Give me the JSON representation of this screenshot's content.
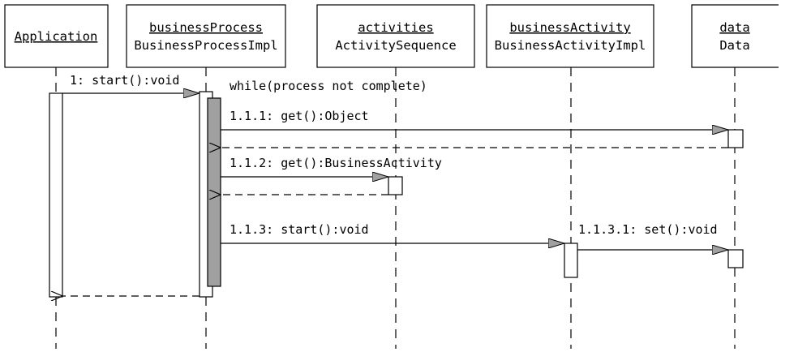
{
  "lifelines": [
    {
      "id": "app",
      "name": "Application",
      "type": ""
    },
    {
      "id": "bp",
      "name": "businessProcess",
      "type": "BusinessProcessImpl"
    },
    {
      "id": "act",
      "name": "activities",
      "type": "ActivitySequence"
    },
    {
      "id": "ba",
      "name": "businessActivity",
      "type": "BusinessActivityImpl"
    },
    {
      "id": "data",
      "name": "data",
      "type": "Data"
    }
  ],
  "loop_label": "while(process not complete)",
  "messages": [
    {
      "id": "m1",
      "label": "1: start():void",
      "from": "app",
      "to": "bp",
      "kind": "call"
    },
    {
      "id": "m111",
      "label": "1.1.1: get():Object",
      "from": "bp",
      "to": "data",
      "kind": "call"
    },
    {
      "id": "m111r",
      "label": "",
      "from": "data",
      "to": "bp",
      "kind": "return"
    },
    {
      "id": "m112",
      "label": "1.1.2: get():BusinessActivity",
      "from": "bp",
      "to": "act",
      "kind": "call"
    },
    {
      "id": "m112r",
      "label": "",
      "from": "act",
      "to": "bp",
      "kind": "return"
    },
    {
      "id": "m113",
      "label": "1.1.3: start():void",
      "from": "bp",
      "to": "ba",
      "kind": "call"
    },
    {
      "id": "m1131",
      "label": "1.1.3.1: set():void",
      "from": "ba",
      "to": "data",
      "kind": "call"
    },
    {
      "id": "m1r",
      "label": "",
      "from": "bp",
      "to": "app",
      "kind": "return"
    }
  ],
  "colors": {
    "line": "#000000",
    "arrowhead": "#a0a0a0",
    "activation_dark": "#a0a0a0",
    "background": "#ffffff"
  }
}
